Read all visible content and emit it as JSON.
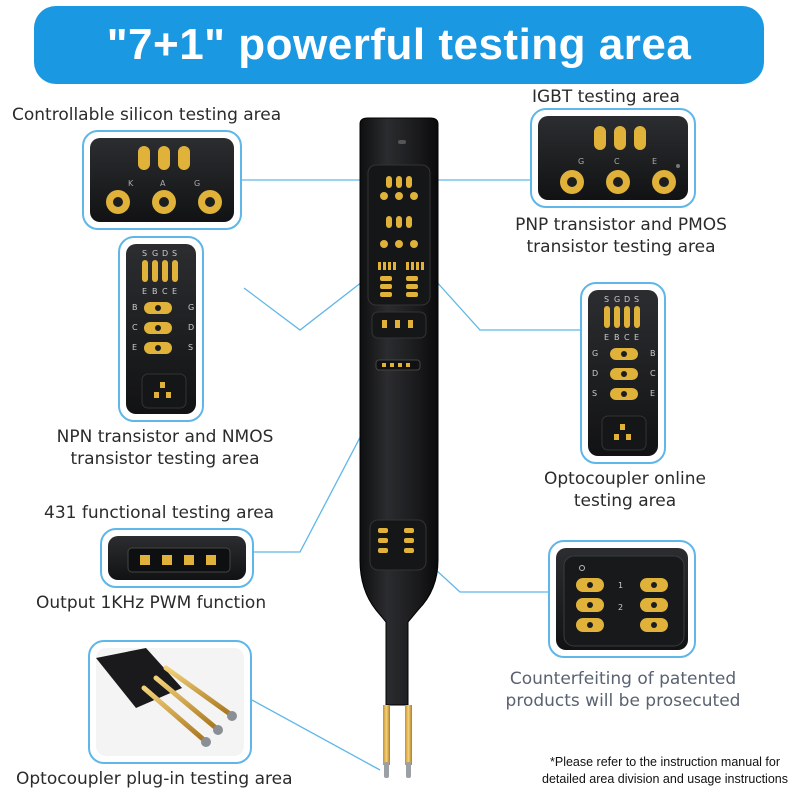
{
  "banner": {
    "title": "\"7+1\" powerful testing area"
  },
  "labels": {
    "scr": "Controllable silicon testing area",
    "igbt": "IGBT testing area",
    "pnp_line1": "PNP transistor and PMOS",
    "pnp_line2": "transistor testing area",
    "npn_line1": "NPN transistor and NMOS",
    "npn_line2": "transistor testing area",
    "opto_online_line1": "Optocoupler online",
    "opto_online_line2": "testing area",
    "tl431": "431 functional testing area",
    "pwm": "Output 1KHz PWM function",
    "counterfeit_line1": "Counterfeiting of patented",
    "counterfeit_line2": "products will be prosecuted",
    "opto_plugin": "Optocoupler plug-in testing area"
  },
  "note": {
    "line1": "*Please refer to the instruction manual for",
    "line2": "detailed area division and usage instructions"
  },
  "pin_letters": {
    "scr": [
      "K",
      "A",
      "G"
    ],
    "igbt": [
      "G",
      "C",
      "E"
    ],
    "top": [
      "S",
      "G",
      "D",
      "S"
    ],
    "mid": [
      "E",
      "B",
      "C",
      "E"
    ],
    "npn_left": [
      "B",
      "C",
      "E"
    ],
    "npn_right": [
      "G",
      "D",
      "S"
    ],
    "opto_left": [
      "G",
      "D",
      "S"
    ],
    "opto_right": [
      "B",
      "C",
      "E"
    ],
    "counter_nums": [
      "1",
      "2"
    ]
  },
  "colors": {
    "banner": "#1b98e2",
    "accent_line": "#5fb6e8",
    "gold": "#e0b23a",
    "device_body": "#1e1f21"
  }
}
